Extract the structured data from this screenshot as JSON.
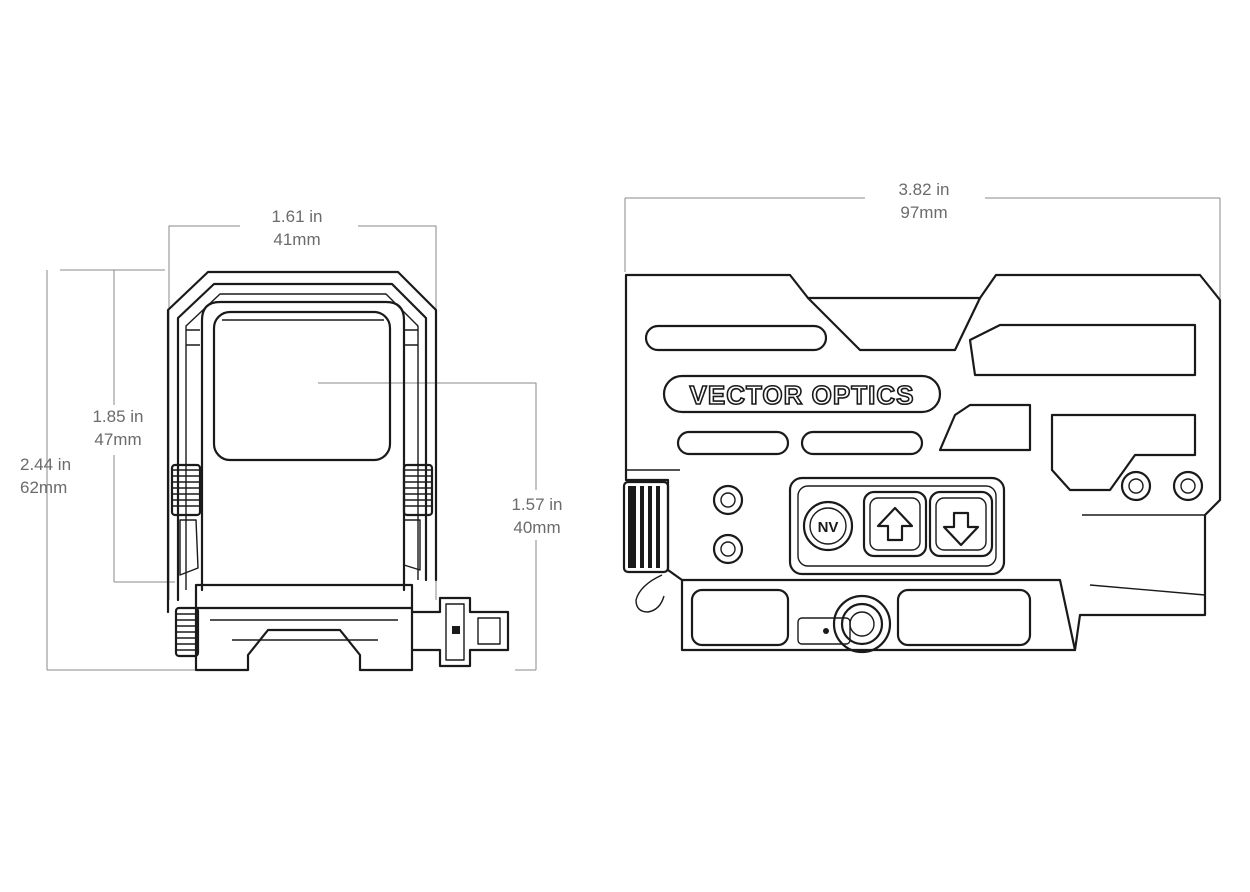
{
  "dimensions": {
    "front_width": {
      "imperial": "1.61 in",
      "metric": "41mm"
    },
    "front_body_height": {
      "imperial": "1.85 in",
      "metric": "47mm"
    },
    "front_total_height": {
      "imperial": "2.44 in",
      "metric": "62mm"
    },
    "front_optical_center_height": {
      "imperial": "1.57 in",
      "metric": "40mm"
    },
    "side_length": {
      "imperial": "3.82 in",
      "metric": "97mm"
    }
  },
  "labels": {
    "brand_logo": "VECTOR OPTICS",
    "nv_button": "NV"
  },
  "colors": {
    "line": "#1a1a1a",
    "dimension_text": "#6b6b6b",
    "background": "#ffffff"
  }
}
